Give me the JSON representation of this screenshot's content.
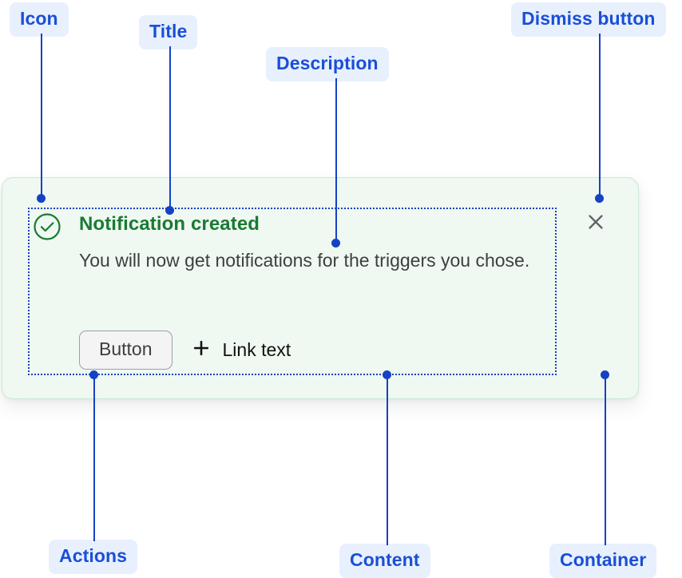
{
  "annotations": [
    {
      "key": "icon",
      "label": "Icon"
    },
    {
      "key": "title",
      "label": "Title"
    },
    {
      "key": "desc",
      "label": "Description"
    },
    {
      "key": "dismiss",
      "label": "Dismiss button"
    },
    {
      "key": "actions",
      "label": "Actions"
    },
    {
      "key": "content",
      "label": "Content"
    },
    {
      "key": "container",
      "label": "Container"
    }
  ],
  "notification": {
    "status_icon": "check-circle-icon",
    "title": "Notification created",
    "description": "You will now get notifications for the triggers you chose.",
    "actions": {
      "button_label": "Button",
      "link_icon": "plus-icon",
      "link_label": "Link text"
    },
    "dismiss_icon": "close-icon"
  },
  "colors": {
    "annotation_text": "#1a4fd6",
    "annotation_pill_bg": "#e8f0fe",
    "leader_line": "#1542c4",
    "card_bg": "#eff8f1",
    "card_border": "#cde8d5",
    "title_green": "#1a7a33",
    "body_text": "#3c4043",
    "dismiss_gray": "#5f6368",
    "button_bg": "#f4f4f4",
    "button_border": "#9aa0a6",
    "link_text": "#111111"
  }
}
